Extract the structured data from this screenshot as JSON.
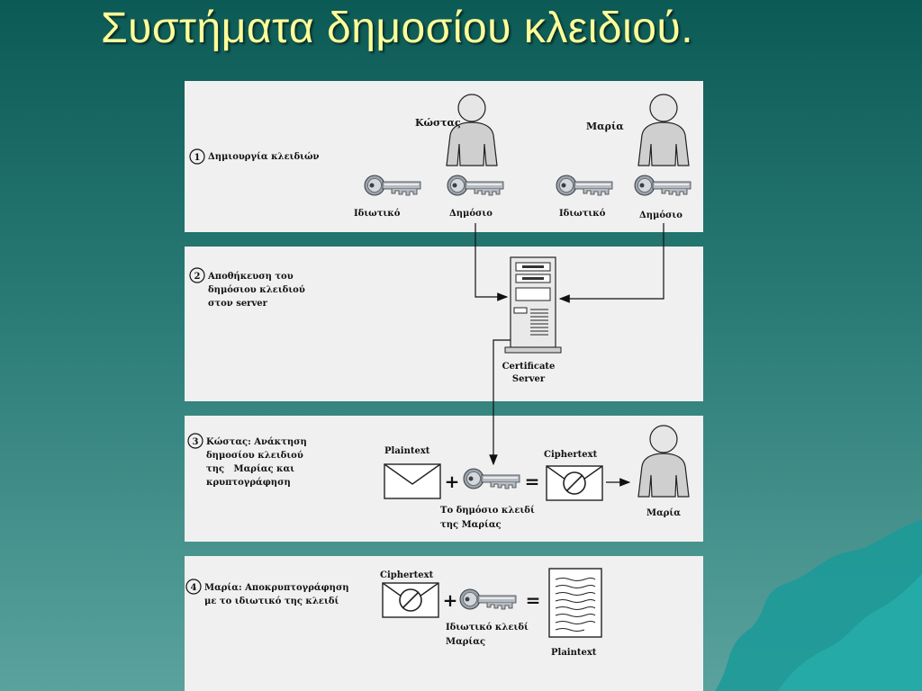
{
  "title": "Συστήματα δημοσίου κλειδιού.",
  "people": {
    "kostas": "Κώστας",
    "maria": "Μαρία"
  },
  "steps": [
    {
      "number": "1",
      "lines": [
        "Δημιουργία κλειδιών"
      ]
    },
    {
      "number": "2",
      "lines": [
        "Αποθήκευση του",
        "δημόσιου κλειδιού",
        "στον server"
      ]
    },
    {
      "number": "3",
      "lines": [
        "Κώστας: Ανάκτηση",
        "δημοσίου κλειδιού",
        "της   Μαρίας και",
        "κρυπτογράφηση"
      ]
    },
    {
      "number": "4",
      "lines": [
        "Μαρία: Αποκρυπτογράφηση",
        "με το ιδιωτικό της κλειδί"
      ]
    }
  ],
  "keys": {
    "kostas_private": "Ιδιωτικό",
    "kostas_public": "Δημόσιο",
    "maria_private": "Ιδιωτικό",
    "maria_public": "Δημόσιο"
  },
  "server": {
    "line1": "Certificate",
    "line2": "Server"
  },
  "step3": {
    "plaintext": "Plaintext",
    "ciphertext": "Ciphertext",
    "key_line1": "Το δημόσιο κλειδί",
    "key_line2": "της Μαρίας",
    "person": "Μαρία",
    "plus": "+",
    "equals": "="
  },
  "step4": {
    "ciphertext": "Ciphertext",
    "key_line1": "Ιδιωτικό κλειδί",
    "key_line2": "Μαρίας",
    "plaintext": "Plaintext",
    "plus": "+",
    "equals": "="
  },
  "colors": {
    "background_top": "#0c5a55",
    "background_bottom": "#5aa29d",
    "title": "#ffff99",
    "panel": "#f0f0f0",
    "separator": "#ffffff"
  }
}
